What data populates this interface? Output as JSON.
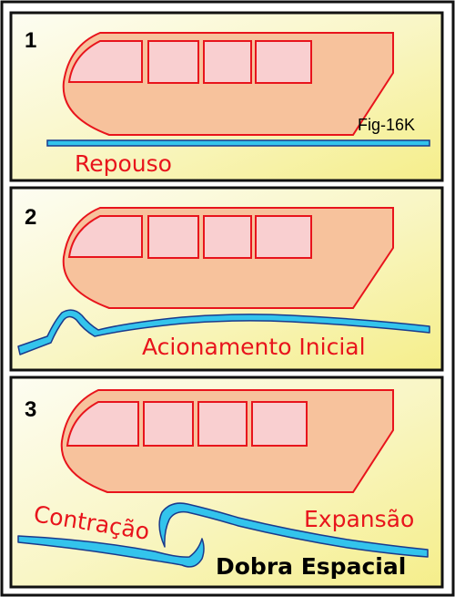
{
  "colors": {
    "frame_border": "#111111",
    "panel_bg_light": "#fdfdf2",
    "panel_bg_yellow": "#f6f097",
    "vehicle_fill": "#f7c29c",
    "vehicle_outline": "#e8141c",
    "window_fill": "#f9cfd0",
    "surface_fill": "#33c4ec",
    "surface_outline": "#1a3a8c",
    "text_red": "#e8141c",
    "text_black": "#000000"
  },
  "figure_label": "Fig-16K",
  "panels": [
    {
      "number": "1",
      "captions": [
        "Repouso"
      ]
    },
    {
      "number": "2",
      "captions": [
        "Acionamento Inicial"
      ]
    },
    {
      "number": "3",
      "captions": [
        "Contração",
        "Expansão",
        "Dobra Espacial"
      ]
    }
  ]
}
